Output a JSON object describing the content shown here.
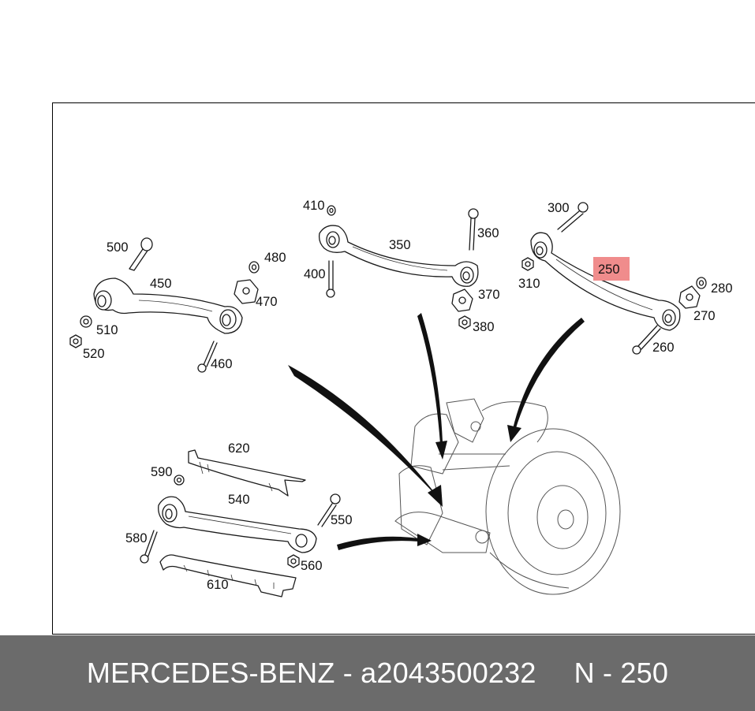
{
  "highlight_color": "#f08c8c",
  "labels": {
    "p250": "250",
    "p260": "260",
    "p270": "270",
    "p280": "280",
    "p300": "300",
    "p310": "310",
    "p350": "350",
    "p360": "360",
    "p370": "370",
    "p380": "380",
    "p400": "400",
    "p410": "410",
    "p450": "450",
    "p460": "460",
    "p470": "470",
    "p480": "480",
    "p500": "500",
    "p510": "510",
    "p520": "520",
    "p540": "540",
    "p550": "550",
    "p560": "560",
    "p580": "580",
    "p590": "590",
    "p610": "610",
    "p620": "620"
  },
  "footer": {
    "brand_part": "MERCEDES-BENZ - a2043500232",
    "position": "N - 250"
  }
}
